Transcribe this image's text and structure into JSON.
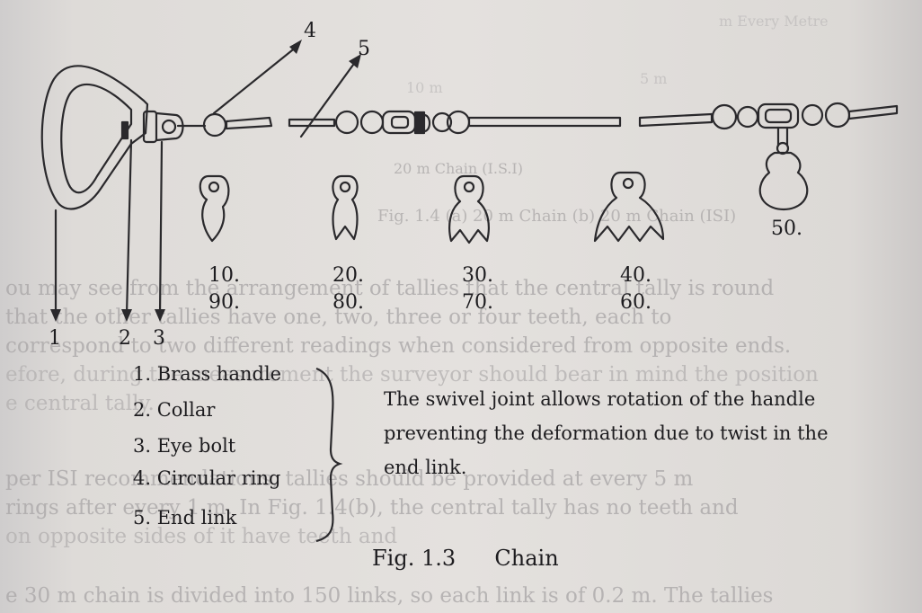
{
  "callouts": [
    "1",
    "2",
    "3",
    "4",
    "5"
  ],
  "tallies": [
    {
      "top": "10.",
      "bottom": "90."
    },
    {
      "top": "20.",
      "bottom": "80."
    },
    {
      "top": "30.",
      "bottom": "70."
    },
    {
      "top": "40.",
      "bottom": "60."
    },
    {
      "top": "50."
    }
  ],
  "legend": [
    "1. Brass handle",
    "2. Collar",
    "3. Eye bolt",
    "4. Circular ring",
    "5. End link"
  ],
  "note_lines": [
    "The swivel joint allows rotation of the handle",
    "preventing the deformation due to twist in the",
    "end link."
  ],
  "caption": {
    "number": "Fig. 1.3",
    "title": "Chain"
  },
  "background_text": [
    "m Every Metre",
    "5 m",
    "10 m",
    "20 m Chain (I.S.I)",
    "Fig. 1.4  (a) 20 m Chain  (b) 20 m Chain (ISI)",
    "ou may see from the arrangement of tallies that the central tally is round",
    "that the other tallies have one, two, three or four teeth, each to",
    "correspond to two different readings when considered from opposite ends.",
    "efore, during the measurement the surveyor should bear in mind the position",
    "e central tally.",
    "per ISI recommendations, tallies should be provided at every 5 m",
    "rings after every 1 m. In Fig. 1.4(b), the central tally has no teeth and",
    "on opposite sides of it have teeth and",
    "e 30 m chain is divided into 150 links, so each link is of 0.2 m. The tallies"
  ]
}
